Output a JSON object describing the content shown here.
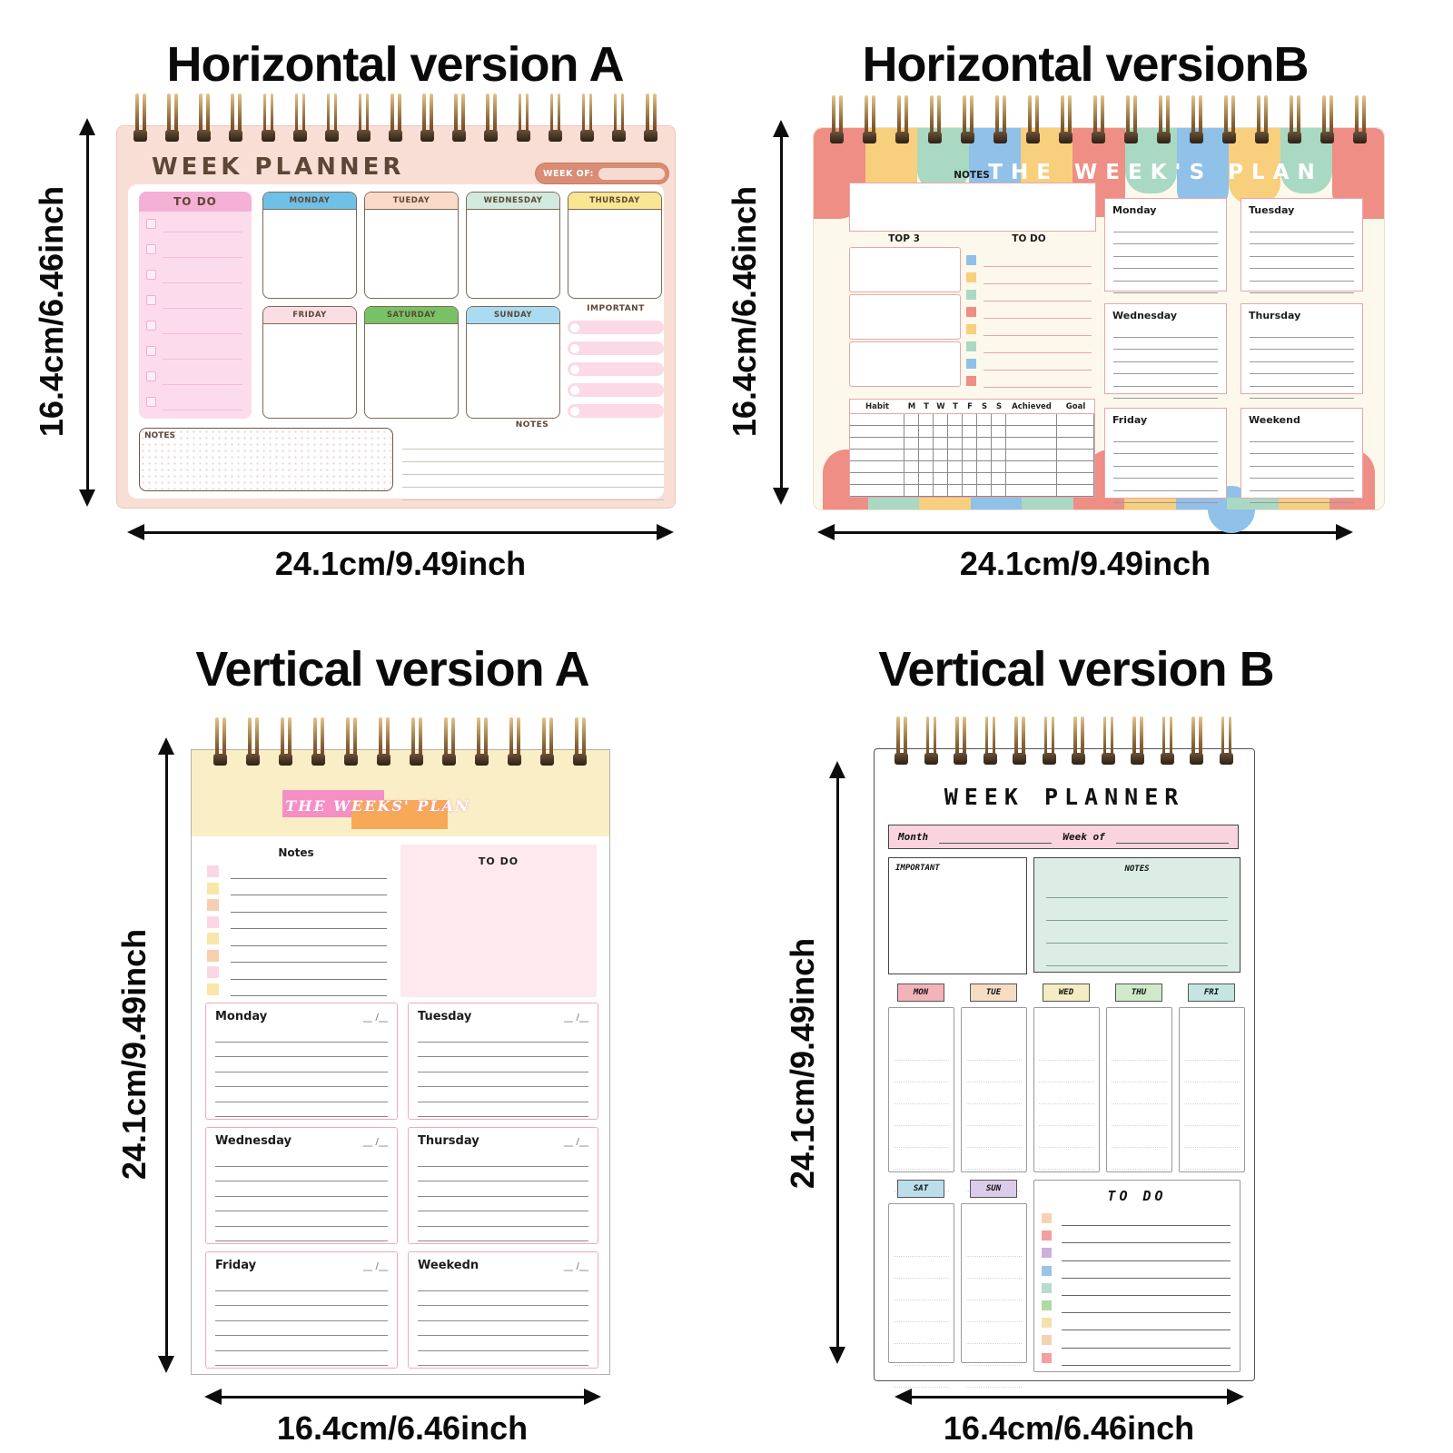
{
  "sections": {
    "ha": {
      "title": "Horizontal version A",
      "height_label": "16.4cm/6.46inch",
      "width_label": "24.1cm/9.49inch",
      "planner": {
        "heading": "WEEK PLANNER",
        "week_of_label": "WEEK OF:",
        "todo_label": "TO DO",
        "important_label": "IMPORTANT",
        "notes_left_label": "NOTES",
        "notes_right_label": "NOTES",
        "days_row1": [
          "MONDAY",
          "TUEDAY",
          "WEDNESDAY",
          "THURSDAY"
        ],
        "days_row1_colors": [
          "#6fc0e8",
          "#fbd9c8",
          "#d2e9df",
          "#f9e592"
        ],
        "days_row2": [
          "FRIDAY",
          "SATURDAY",
          "SUNDAY"
        ],
        "days_row2_colors": [
          "#f9dee3",
          "#77c267",
          "#a9dbf2"
        ]
      }
    },
    "hb": {
      "title": "Horizontal versionB",
      "height_label": "16.4cm/6.46inch",
      "width_label": "24.1cm/9.49inch",
      "planner": {
        "heading": "THE WEEK'S PLAN",
        "notes_label": "NOTES",
        "top3_label": "TOP 3",
        "todo_label": "TO DO",
        "habit_headers": [
          "Habit",
          "M",
          "T",
          "W",
          "T",
          "F",
          "S",
          "S",
          "Achieved",
          "Goal"
        ],
        "day_cards": [
          "Monday",
          "Tuesday",
          "Wednesday",
          "Thursday",
          "Friday",
          "Weekend"
        ],
        "scallop_colors": [
          "#ef8e85",
          "#f8cf7d",
          "#a9d9c2",
          "#8fc1e9",
          "#f8cf7d",
          "#ef8e85",
          "#a9d9c2",
          "#8fc1e9",
          "#f8cf7d",
          "#a9d9c2",
          "#ef8e85"
        ],
        "todo_colors": [
          "#8fc1e9",
          "#f8cf7d",
          "#a9d9c2",
          "#ef8e85",
          "#f8cf7d",
          "#a9d9c2",
          "#8fc1e9",
          "#ef8e85"
        ],
        "footer_colors": [
          "#a9d9c2",
          "#f8cf7d",
          "#8fc1e9",
          "#a9d9c2",
          "#ef8e85",
          "#f8cf7d",
          "#8fc1e9",
          "#a9d9c2",
          "#f8cf7d"
        ]
      }
    },
    "va": {
      "title": "Vertical version A",
      "height_label": "24.1cm/9.49inch",
      "width_label": "16.4cm/6.46inch",
      "planner": {
        "heading": "THE WEEKS' PLAN",
        "notes_label": "Notes",
        "todo_label": "TO DO",
        "date_slot": "__ /__",
        "day_cards": [
          "Monday",
          "Tuesday",
          "Wednesday",
          "Thursday",
          "Friday",
          "Weekedn"
        ],
        "bullet_colors": [
          "#fbd7e6",
          "#f9e6a9",
          "#f8cfae",
          "#fbd7e6",
          "#f9e6a9",
          "#f8cfae",
          "#fbd7e6",
          "#f9e6a9"
        ]
      }
    },
    "vb": {
      "title": "Vertical version B",
      "height_label": "24.1cm/9.49inch",
      "width_label": "16.4cm/6.46inch",
      "planner": {
        "heading": "WEEK PLANNER",
        "month_label": "Month",
        "week_of_label": "Week of",
        "important_label": "IMPORTANT",
        "notes_label": "NOTES",
        "todo_label": "TO DO",
        "weekday_tabs": [
          {
            "label": "MON",
            "color": "#f4b3b8"
          },
          {
            "label": "TUE",
            "color": "#f6dcc3"
          },
          {
            "label": "WED",
            "color": "#f4ecc3"
          },
          {
            "label": "THU",
            "color": "#cfe9c9"
          },
          {
            "label": "FRI",
            "color": "#c5e5e3"
          }
        ],
        "weekend_tabs": [
          {
            "label": "SAT",
            "color": "#bcdeeb"
          },
          {
            "label": "SUN",
            "color": "#dccbe9"
          }
        ],
        "todo_colors": [
          "#f6d3b0",
          "#f4a0a0",
          "#cdb0dd",
          "#9cc3e5",
          "#b5dcce",
          "#b1d9a4",
          "#f2e2ae",
          "#f6d3b0",
          "#f4a0a0"
        ]
      }
    }
  }
}
